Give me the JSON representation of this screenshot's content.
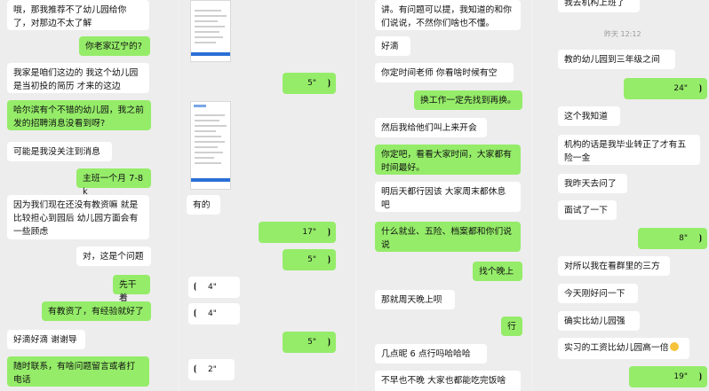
{
  "panel1": {
    "messages": [
      "哦，那我推荐不了幼儿园给你了，对那边不太了解",
      "你老家辽宁的?",
      "我家是咱们这边的 我这个幼儿园是当初投的简历 才来的这边",
      "哈尔滨有个不错的幼儿园，我之前发的招聘消息没看到呀?",
      "可能是我没关注到消息",
      "主班一个月 7-8k",
      "因为我们现在还没有教资嘛 就是比较担心到园后 幼儿园方面会有一些顾虑",
      "对，这是个问题",
      "先干着",
      "有教资了，有经验就好了",
      "好滴好滴 谢谢导",
      "随时联系，有啥问题留言或者打电话"
    ]
  },
  "panel2": {
    "voices": [
      "5\"",
      "17\"",
      "5\"",
      "4\"",
      "4\"",
      "5\"",
      "2\""
    ],
    "messages": [
      "有的"
    ]
  },
  "panel3": {
    "messages": [
      "讲。有问题可以提，我知道的和你们说说，不然你们啥也不懂。",
      "好滴",
      "你定时间老师 你看啥时候有空",
      "换工作一定先找到再换。",
      "然后我给他们叫上来开会",
      "你定吧，看看大家时间，大家都有时间最好。",
      "明后天都行因该 大家周末都休息吧",
      "什么就业、五险、档案都和你们说说",
      "找个晚上",
      "那就周天晚上呗",
      "行",
      "几点昵 6 点行吗哈哈哈",
      "不早也不晚 大家也都能吃完饭啥"
    ]
  },
  "panel4": {
    "timestamp": "昨天 12:12",
    "voices": [
      "24\"",
      "8\"",
      "19\""
    ],
    "messages": [
      "我去机构上班了",
      "教的幼儿园到三年级之间",
      "这个我知道",
      "机构的话是我毕业转正了才有五险一金",
      "我昨天去问了",
      "面试了一下",
      "对所以我在看群里的三方",
      "今天刚好问一下",
      "确实比幼儿园强",
      "实习的工资比幼儿园高一倍"
    ]
  },
  "icons": {
    "voice": "voice-wave-icon",
    "emoji": "grin-emoji-icon"
  },
  "colors": {
    "sent_bubble": "#95ec69",
    "received_bubble": "#ffffff",
    "background": "#ededed"
  }
}
